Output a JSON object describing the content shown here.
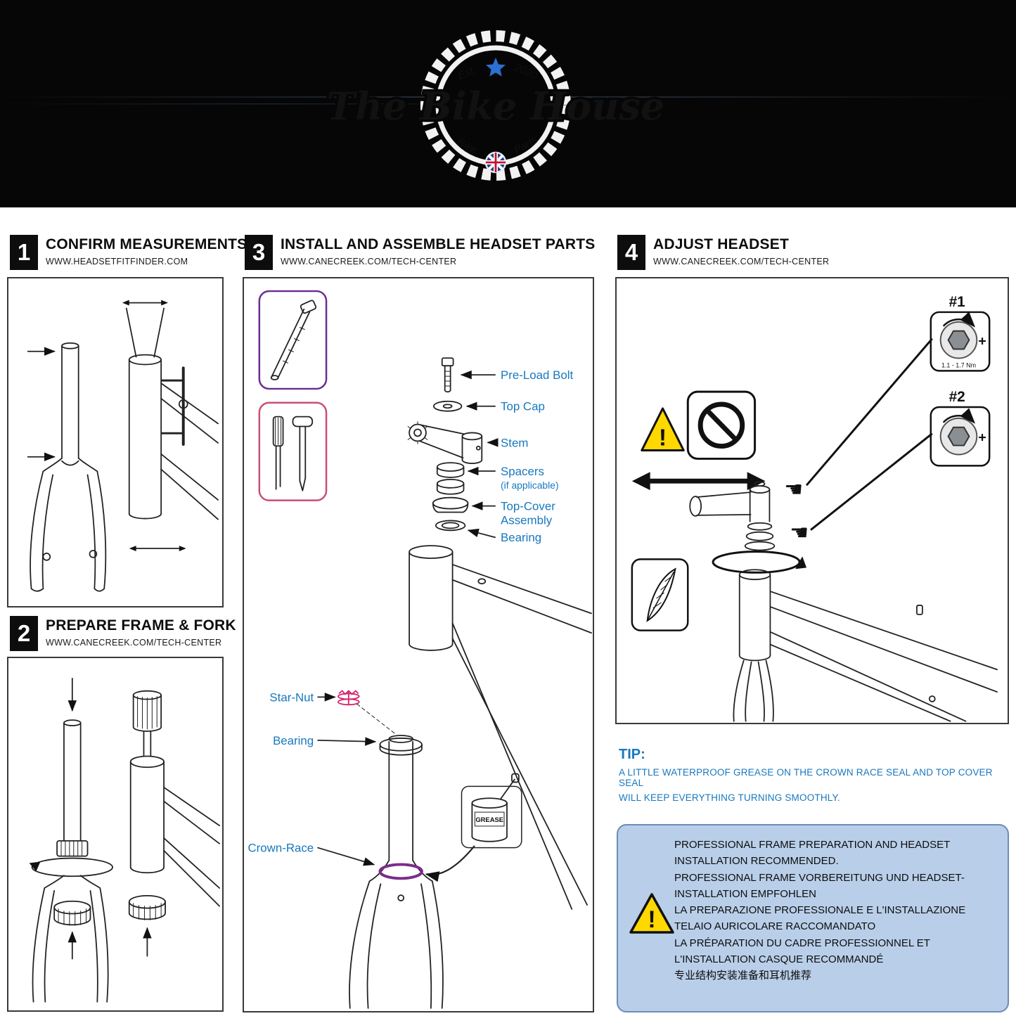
{
  "banner": {
    "brand": "The Bike House",
    "est": "Est.",
    "year": "2020",
    "bike": "Bike",
    "parts": "Parts"
  },
  "sections": [
    {
      "num": "1",
      "title": "CONFIRM MEASUREMENTS",
      "url": "WWW.HEADSETFITFINDER.COM"
    },
    {
      "num": "2",
      "title": "PREPARE FRAME & FORK",
      "url": "WWW.CANECREEK.COM/TECH-CENTER"
    },
    {
      "num": "3",
      "title": "INSTALL AND ASSEMBLE HEADSET PARTS",
      "url": "WWW.CANECREEK.COM/TECH-CENTER"
    },
    {
      "num": "4",
      "title": "ADJUST HEADSET",
      "url": "WWW.CANECREEK.COM/TECH-CENTER"
    }
  ],
  "s3": {
    "labels": {
      "preload": "Pre-Load Bolt",
      "topcap": "Top Cap",
      "stem": "Stem",
      "spacers": "Spacers",
      "spacers_note": "(if applicable)",
      "topcover1": "Top-Cover",
      "topcover2": "Assembly",
      "bearing_top": "Bearing",
      "starnut": "Star-Nut",
      "bearing_bottom": "Bearing",
      "crownrace": "Crown-Race"
    },
    "grease": "GREASE"
  },
  "s4": {
    "step1": "#1",
    "step2": "#2",
    "torque": "1.1 - 1.7 Nm"
  },
  "icons": {
    "hand": "☚",
    "excl": "!",
    "plus": "+"
  },
  "tip": {
    "title": "TIP:",
    "line1": "A LITTLE WATERPROOF GREASE ON THE CROWN RACE SEAL AND TOP COVER SEAL",
    "line2": "WILL KEEP EVERYTHING TURNING SMOOTHLY."
  },
  "notice": {
    "lines": [
      "PROFESSIONAL FRAME PREPARATION AND HEADSET",
      "INSTALLATION RECOMMENDED.",
      "PROFESSIONAL FRAME VORBEREITUNG UND HEADSET-",
      "INSTALLATION EMPFOHLEN",
      "LA PREPARAZIONE PROFESSIONALE E L'INSTALLAZIONE",
      "TELAIO AURICOLARE RACCOMANDATO",
      "LA PRÉPARATION DU CADRE PROFESSIONNEL ET",
      "L'INSTALLATION CASQUE RECOMMANDÉ",
      "专业结构安装准备和耳机推荐"
    ]
  },
  "colors": {
    "label_blue": "#1878be",
    "brand_blue": "#49a8d8",
    "notice_bg": "#b9cfe9",
    "warning_yellow": "#ffd800",
    "star_nut_pink": "#d6246e",
    "crown_race_purple": "#7b2d8b",
    "tool_box_purple": "#6a2c91",
    "tool_box_pink": "#c94f72"
  }
}
